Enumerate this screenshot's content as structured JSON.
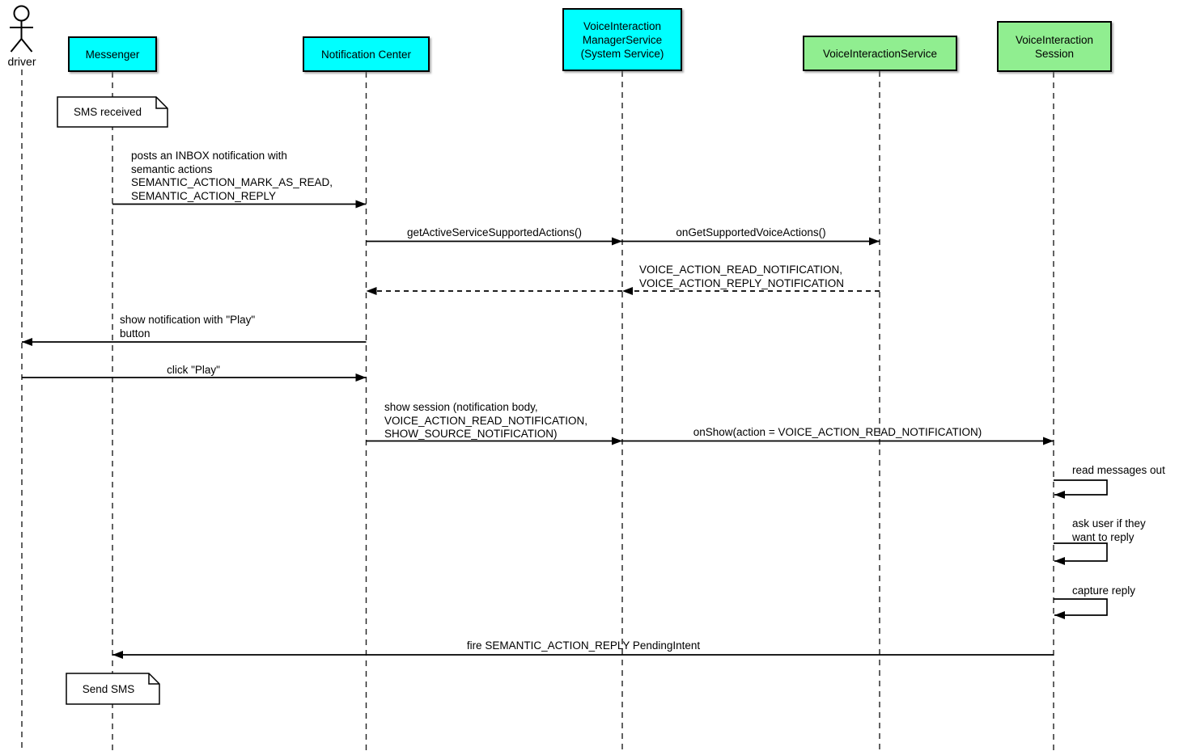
{
  "diagram": {
    "background": "#ffffff",
    "line_color": "#000000",
    "participant_colors": {
      "app": "#00ffff",
      "voice": "#90ee90"
    }
  },
  "actor": {
    "label": "driver"
  },
  "participants": [
    {
      "id": "messenger",
      "label": "Messenger",
      "fill": "#00ffff"
    },
    {
      "id": "notification-center",
      "label": "Notification Center",
      "fill": "#00ffff"
    },
    {
      "id": "voice-interaction-manager-service",
      "label": "VoiceInteraction\nManagerService\n(System Service)",
      "fill": "#00ffff"
    },
    {
      "id": "voice-interaction-service",
      "label": "VoiceInteractionService",
      "fill": "#90ee90"
    },
    {
      "id": "voice-interaction-session",
      "label": "VoiceInteraction\nSession",
      "fill": "#90ee90"
    }
  ],
  "notes": [
    {
      "attached_to": "Messenger",
      "text": "SMS received"
    },
    {
      "attached_to": "Messenger",
      "text": "Send SMS"
    }
  ],
  "messages": [
    {
      "from": "Messenger",
      "to": "Notification Center",
      "style": "solid",
      "text": "posts an INBOX notification with\nsemantic actions\nSEMANTIC_ACTION_MARK_AS_READ,\nSEMANTIC_ACTION_REPLY"
    },
    {
      "from": "Notification Center",
      "to": "VoiceInteractionManagerService",
      "style": "solid",
      "text": "getActiveServiceSupportedActions()"
    },
    {
      "from": "VoiceInteractionManagerService",
      "to": "VoiceInteractionService",
      "style": "solid",
      "text": "onGetSupportedVoiceActions()"
    },
    {
      "from": "VoiceInteractionService",
      "to": "Notification Center",
      "style": "dashed-return",
      "text": "VOICE_ACTION_READ_NOTIFICATION,\nVOICE_ACTION_REPLY_NOTIFICATION"
    },
    {
      "from": "Notification Center",
      "to": "driver",
      "style": "solid",
      "text": "show notification with \"Play\"\nbutton"
    },
    {
      "from": "driver",
      "to": "Notification Center",
      "style": "solid",
      "text": "click \"Play\""
    },
    {
      "from": "Notification Center",
      "to": "VoiceInteractionManagerService",
      "style": "solid",
      "text": "show session (notification body,\nVOICE_ACTION_READ_NOTIFICATION,\nSHOW_SOURCE_NOTIFICATION)"
    },
    {
      "from": "VoiceInteractionManagerService",
      "to": "VoiceInteractionSession",
      "style": "solid",
      "text": "onShow(action = VOICE_ACTION_READ_NOTIFICATION)"
    },
    {
      "from": "VoiceInteractionSession",
      "to": "VoiceInteractionSession",
      "style": "self",
      "text": "read messages out"
    },
    {
      "from": "VoiceInteractionSession",
      "to": "VoiceInteractionSession",
      "style": "self",
      "text": "ask user if they\nwant to reply"
    },
    {
      "from": "VoiceInteractionSession",
      "to": "VoiceInteractionSession",
      "style": "self",
      "text": "capture reply"
    },
    {
      "from": "VoiceInteractionSession",
      "to": "Messenger",
      "style": "solid",
      "text": "fire SEMANTIC_ACTION_REPLY PendingIntent"
    }
  ]
}
